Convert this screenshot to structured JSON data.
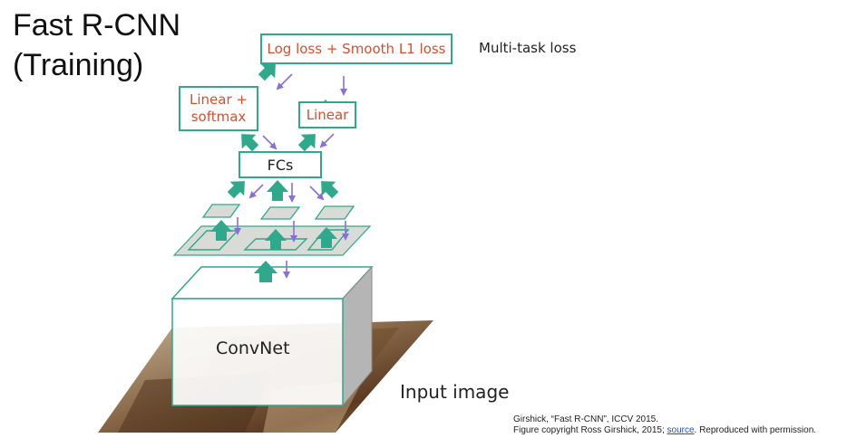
{
  "title": {
    "line1": "Fast R-CNN",
    "line2": "(Training)"
  },
  "boxes": {
    "loss": "Log loss + Smooth L1 loss",
    "linear_softmax_1": "Linear +",
    "linear_softmax_2": "softmax",
    "linear": "Linear",
    "fcs": "FCs",
    "convnet": "ConvNet"
  },
  "labels": {
    "multitask": "Multi-task loss",
    "input": "Input image"
  },
  "citation": {
    "line1": "Girshick, “Fast R-CNN”,  ICCV 2015.",
    "line2_prefix": "Figure copyright Ross Girshick, 2015; ",
    "link": "source",
    "line2_suffix": ". Reproduced with permission."
  },
  "colors": {
    "teal": "#2fa98c",
    "purple": "#8a6fd6",
    "orange_text": "#d5502f"
  }
}
